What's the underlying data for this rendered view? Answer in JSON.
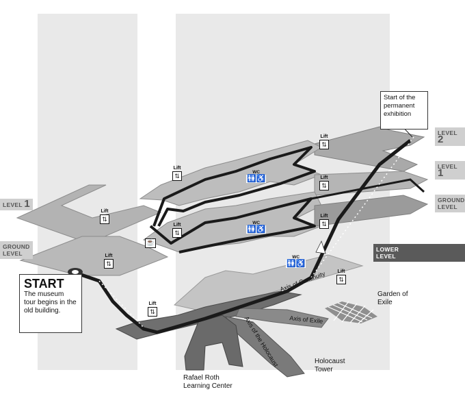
{
  "levels": {
    "level1_left_word": "LEVEL",
    "level1_left_num": "1",
    "ground_left_line1": "GROUND",
    "ground_left_line2": "LEVEL",
    "level2_right_word": "LEVEL",
    "level2_right_num": "2",
    "level1_right_word": "LEVEL",
    "level1_right_num": "1",
    "ground_right_line1": "GROUND",
    "ground_right_line2": "LEVEL",
    "lower_right_line1": "LOWER",
    "lower_right_line2": "LEVEL"
  },
  "start": {
    "title": "START",
    "text": "The museum tour begins in the old building."
  },
  "exhibition_callout": "Start of the permanent exhibition",
  "lift_label": "Lift",
  "lift_symbol": "⇅",
  "wc_label": "WC",
  "wc_symbols": "🚻♿",
  "axes": {
    "continuity": "Axis of Continuity",
    "exile": "Axis of Exile",
    "holocaust": "Axis of the Holocaust"
  },
  "places": {
    "garden": "Garden of Exile",
    "tower": "Holocaust Tower",
    "learning_center": "Rafael Roth Learning Center"
  },
  "icons": {
    "cafe": "cafe-icon",
    "lift": "lift-icon",
    "wc": "wc-icon",
    "wheelchair": "wheelchair-icon",
    "start_marker": "start-marker-icon",
    "direction_arrow": "arrow-icon"
  }
}
